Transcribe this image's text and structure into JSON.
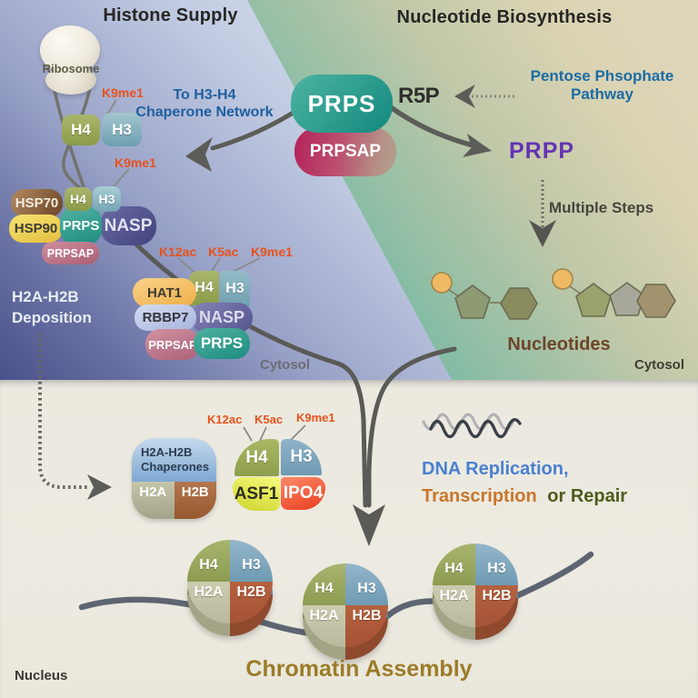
{
  "regions": {
    "histone_supply_title": "Histone Supply",
    "nucleotide_biosynthesis_title": "Nucleotide Biosynthesis",
    "cytosol_left": "Cytosol",
    "cytosol_right": "Cytosol",
    "nucleus": "Nucleus"
  },
  "ribosome": {
    "label": "Ribosome",
    "h4": "H4",
    "h3": "H3",
    "k9me1": "K9me1"
  },
  "chaperone_note": {
    "line1": "To H3-H4",
    "line2": "Chaperone Network"
  },
  "prps_dimer": {
    "prps": "PRPS",
    "prpsap": "PRPSAP"
  },
  "pentose_pathway": {
    "line1": "Pentose Phsophate",
    "line2": "Pathway"
  },
  "r5p": "R5P",
  "prpp": "PRPP",
  "multiple_steps": "Multiple Steps",
  "nucleotides": "Nucleotides",
  "complex1": {
    "k9me1": "K9me1",
    "h4": "H4",
    "h3": "H3",
    "hsp70": "HSP70",
    "hsp90": "HSP90",
    "prps": "PRPS",
    "nasp": "NASP",
    "prpsap": "PRPSAP"
  },
  "deposition": {
    "line1": "H2A-H2B",
    "line2": "Deposition"
  },
  "complex2": {
    "k12ac": "K12ac",
    "k5ac": "K5ac",
    "k9me1": "K9me1",
    "h4": "H4",
    "h3": "H3",
    "hat1": "HAT1",
    "rbbp7": "RBBP7",
    "nasp": "NASP",
    "prpsap": "PRPSAP",
    "prps": "PRPS"
  },
  "h2ab_chaperones": {
    "line1": "H2A-H2B",
    "line2": "Chaperones",
    "h2a": "H2A",
    "h2b": "H2B"
  },
  "asf1_complex": {
    "k12ac": "K12ac",
    "k5ac": "K5ac",
    "k9me1": "K9me1",
    "h4": "H4",
    "h3": "H3",
    "asf1": "ASF1",
    "ipo4": "IPO4"
  },
  "dna_note": {
    "part1": "DNA Replication,",
    "part2": "Transcription",
    "part3": "or Repair"
  },
  "chromatin_assembly": "Chromatin Assembly",
  "nucleosomes": [
    {
      "h4": "H4",
      "h3": "H3",
      "h2a": "H2A",
      "h2b": "H2B"
    },
    {
      "h4": "H4",
      "h3": "H3",
      "h2a": "H2A",
      "h2b": "H2B"
    },
    {
      "h4": "H4",
      "h3": "H3",
      "h2a": "H2A",
      "h2b": "H2B"
    }
  ],
  "colors": {
    "ptm_label": "#e8511c",
    "chaperone_note_blue": "#1f5fa0",
    "pentose_blue": "#1b6ba5",
    "prpp_purple": "#6433b4",
    "nucleotides_brown": "#6e452a",
    "dna_replication_blue": "#4a80d2",
    "transcription_orange": "#c8762a",
    "repair_green": "#4e5b1d",
    "chromatin_gold": "#9c7c28",
    "prps_teal": "#1d8d80",
    "prpsap_rose": "#b5215a",
    "h4_olive": "#8d9c51",
    "h3_blue": "#6f9ab4",
    "h2a_sage": "#b9ba9d",
    "h2b_rust": "#a55336",
    "arrow_gray": "#5c5c58"
  }
}
